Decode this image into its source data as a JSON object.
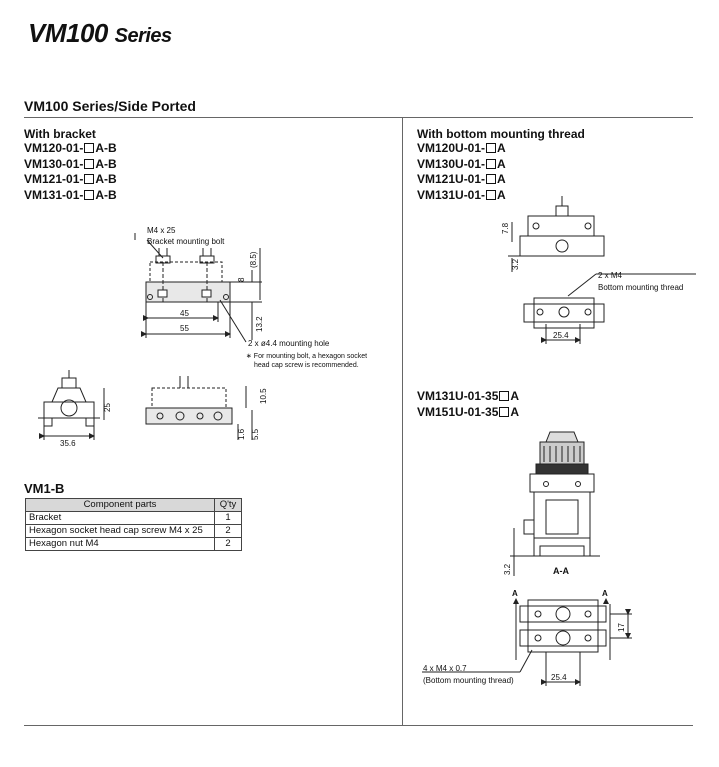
{
  "page": {
    "title_main": "VM100",
    "title_suffix": "Series",
    "section_title": "VM100 Series/Side Ported"
  },
  "left_group": {
    "heading": "With bracket",
    "models": [
      {
        "prefix": "VM120-01-",
        "suffix": "A-B"
      },
      {
        "prefix": "VM130-01-",
        "suffix": "A-B"
      },
      {
        "prefix": "VM121-01-",
        "suffix": "A-B"
      },
      {
        "prefix": "VM131-01-",
        "suffix": "A-B"
      }
    ],
    "drawing_labels": {
      "bolt_size": "M4 x 25",
      "bolt_name": "Bracket mounting bolt",
      "dim_8_5": "(8.5)",
      "dim_8": "8",
      "dim_45": "45",
      "dim_55": "55",
      "dim_13_2": "13.2",
      "hole": "2 x ø4.4 mounting hole",
      "note_line1": "∗ For mounting bolt, a hexagon socket",
      "note_line2": "head cap screw is recommended.",
      "dim_25": "25",
      "dim_35_6": "35.6",
      "dim_10_5": "10.5",
      "dim_1_6": "1.6",
      "dim_5_5": "5.5"
    }
  },
  "right_group": {
    "heading": "With bottom mounting thread",
    "models": [
      {
        "prefix": "VM120U-01-",
        "suffix": "A"
      },
      {
        "prefix": "VM130U-01-",
        "suffix": "A"
      },
      {
        "prefix": "VM121U-01-",
        "suffix": "A"
      },
      {
        "prefix": "VM131U-01-",
        "suffix": "A"
      }
    ],
    "drawing_labels": {
      "dim_7_8": "7.8",
      "dim_3_2": "3.2",
      "thread_size": "2 x M4",
      "thread_name": "Bottom mounting thread",
      "dim_25_4": "25.4"
    }
  },
  "right_group2": {
    "models": [
      {
        "prefix": "VM131U-01-35",
        "suffix": "A"
      },
      {
        "prefix": "VM151U-01-35",
        "suffix": "A"
      }
    ],
    "drawing_labels": {
      "dim_3_2": "3.2",
      "section": "A-A",
      "arrow_a": "A",
      "dim_17": "17",
      "thread_size": "4 x M4 x 0.7",
      "thread_name": "(Bottom mounting thread)",
      "dim_25_4": "25.4"
    }
  },
  "vm1b": {
    "title": "VM1-B",
    "headers": {
      "part": "Component parts",
      "qty": "Q'ty"
    },
    "rows": [
      {
        "part": "Bracket",
        "qty": "1"
      },
      {
        "part": "Hexagon socket head cap screw M4 x 25",
        "qty": "2"
      },
      {
        "part": "Hexagon nut M4",
        "qty": "2"
      }
    ]
  }
}
